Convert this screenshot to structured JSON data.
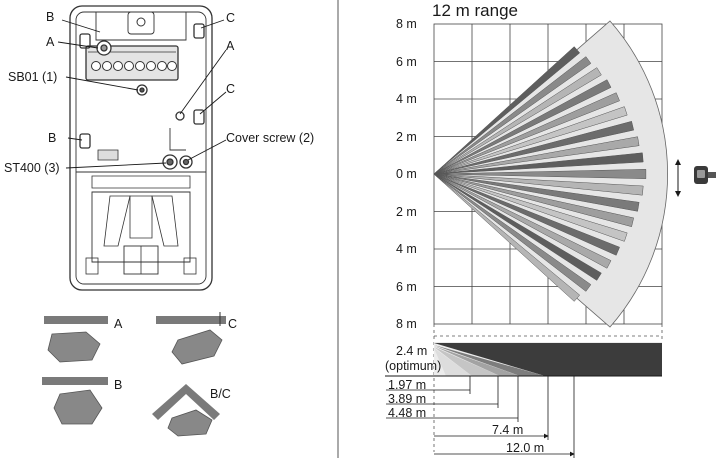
{
  "detector": {
    "callouts": {
      "b_top": "B",
      "c_top": "C",
      "a_top": "A",
      "a_right": "A",
      "sb01": "SB01 (1)",
      "c_right": "C",
      "b_left": "B",
      "cover_screw": "Cover screw (2)",
      "st400": "ST400 (3)"
    }
  },
  "mounting": {
    "a": "A",
    "c": "C",
    "b": "B",
    "bc": "B/C"
  },
  "range_chart": {
    "title": "12 m range",
    "y_ticks": [
      "8 m",
      "6 m",
      "4 m",
      "2 m",
      "0 m",
      "2 m",
      "4 m",
      "6 m",
      "8 m"
    ],
    "height_label_value": "2.4 m",
    "height_label_note": "(optimum)",
    "distances": [
      "1.97 m",
      "3.89 m",
      "4.48 m",
      "7.4 m",
      "12.0 m"
    ]
  }
}
